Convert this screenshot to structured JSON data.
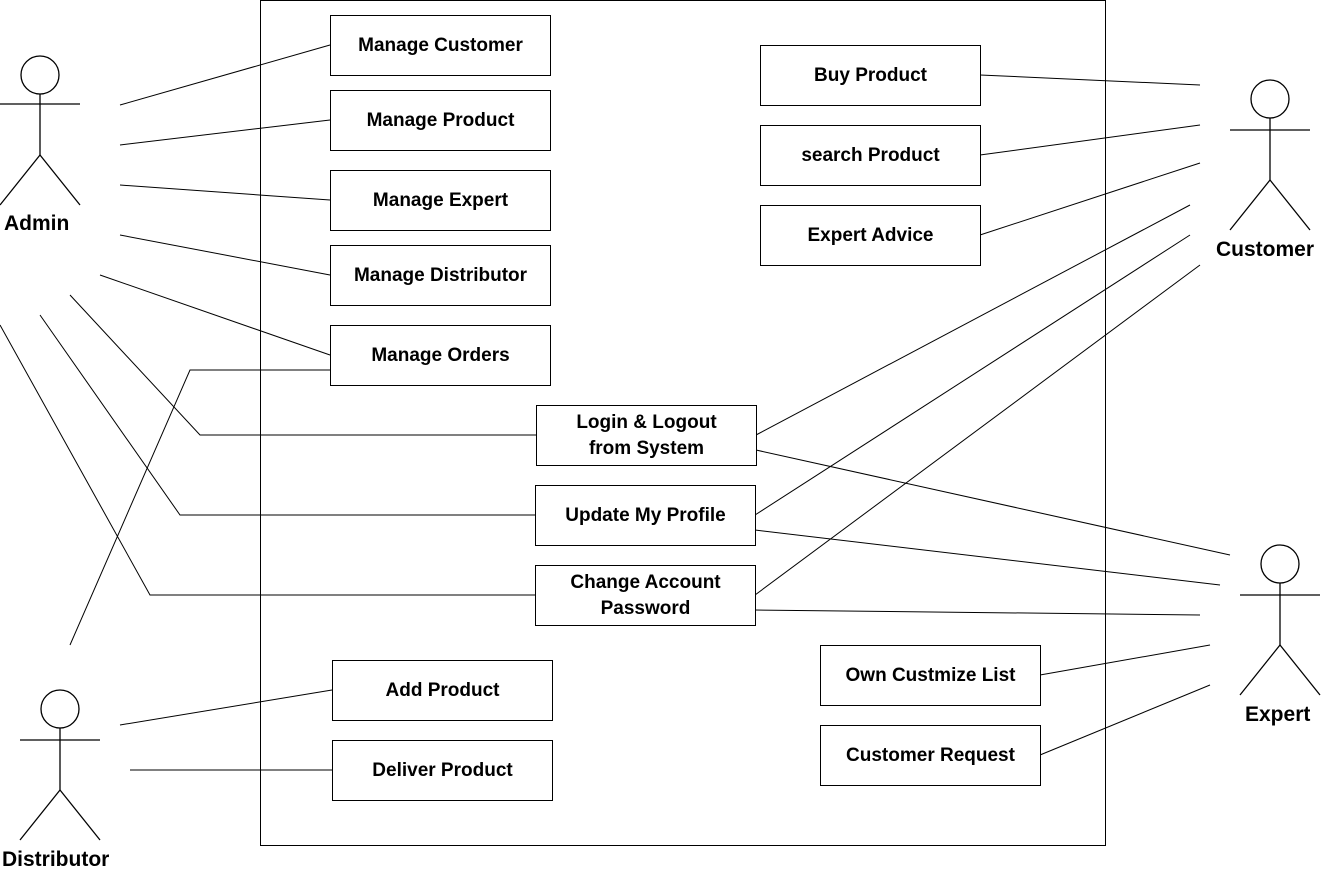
{
  "actors": {
    "admin": "Admin",
    "customer": "Customer",
    "expert": "Expert",
    "distributor": "Distributor"
  },
  "use_cases": {
    "manage_customer": "Manage Customer",
    "manage_product": "Manage Product",
    "manage_expert": "Manage Expert",
    "manage_distributor": "Manage Distributor",
    "manage_orders": "Manage Orders",
    "buy_product": "Buy Product",
    "search_product": "search Product",
    "expert_advice": "Expert  Advice",
    "login_logout": "Login & Logout\nfrom System",
    "update_profile": "Update My Profile",
    "change_password": "Change Account\nPassword",
    "add_product": "Add Product",
    "deliver_product": "Deliver Product",
    "own_customize_list": "Own Custmize List",
    "customer_request": "Customer  Request"
  }
}
